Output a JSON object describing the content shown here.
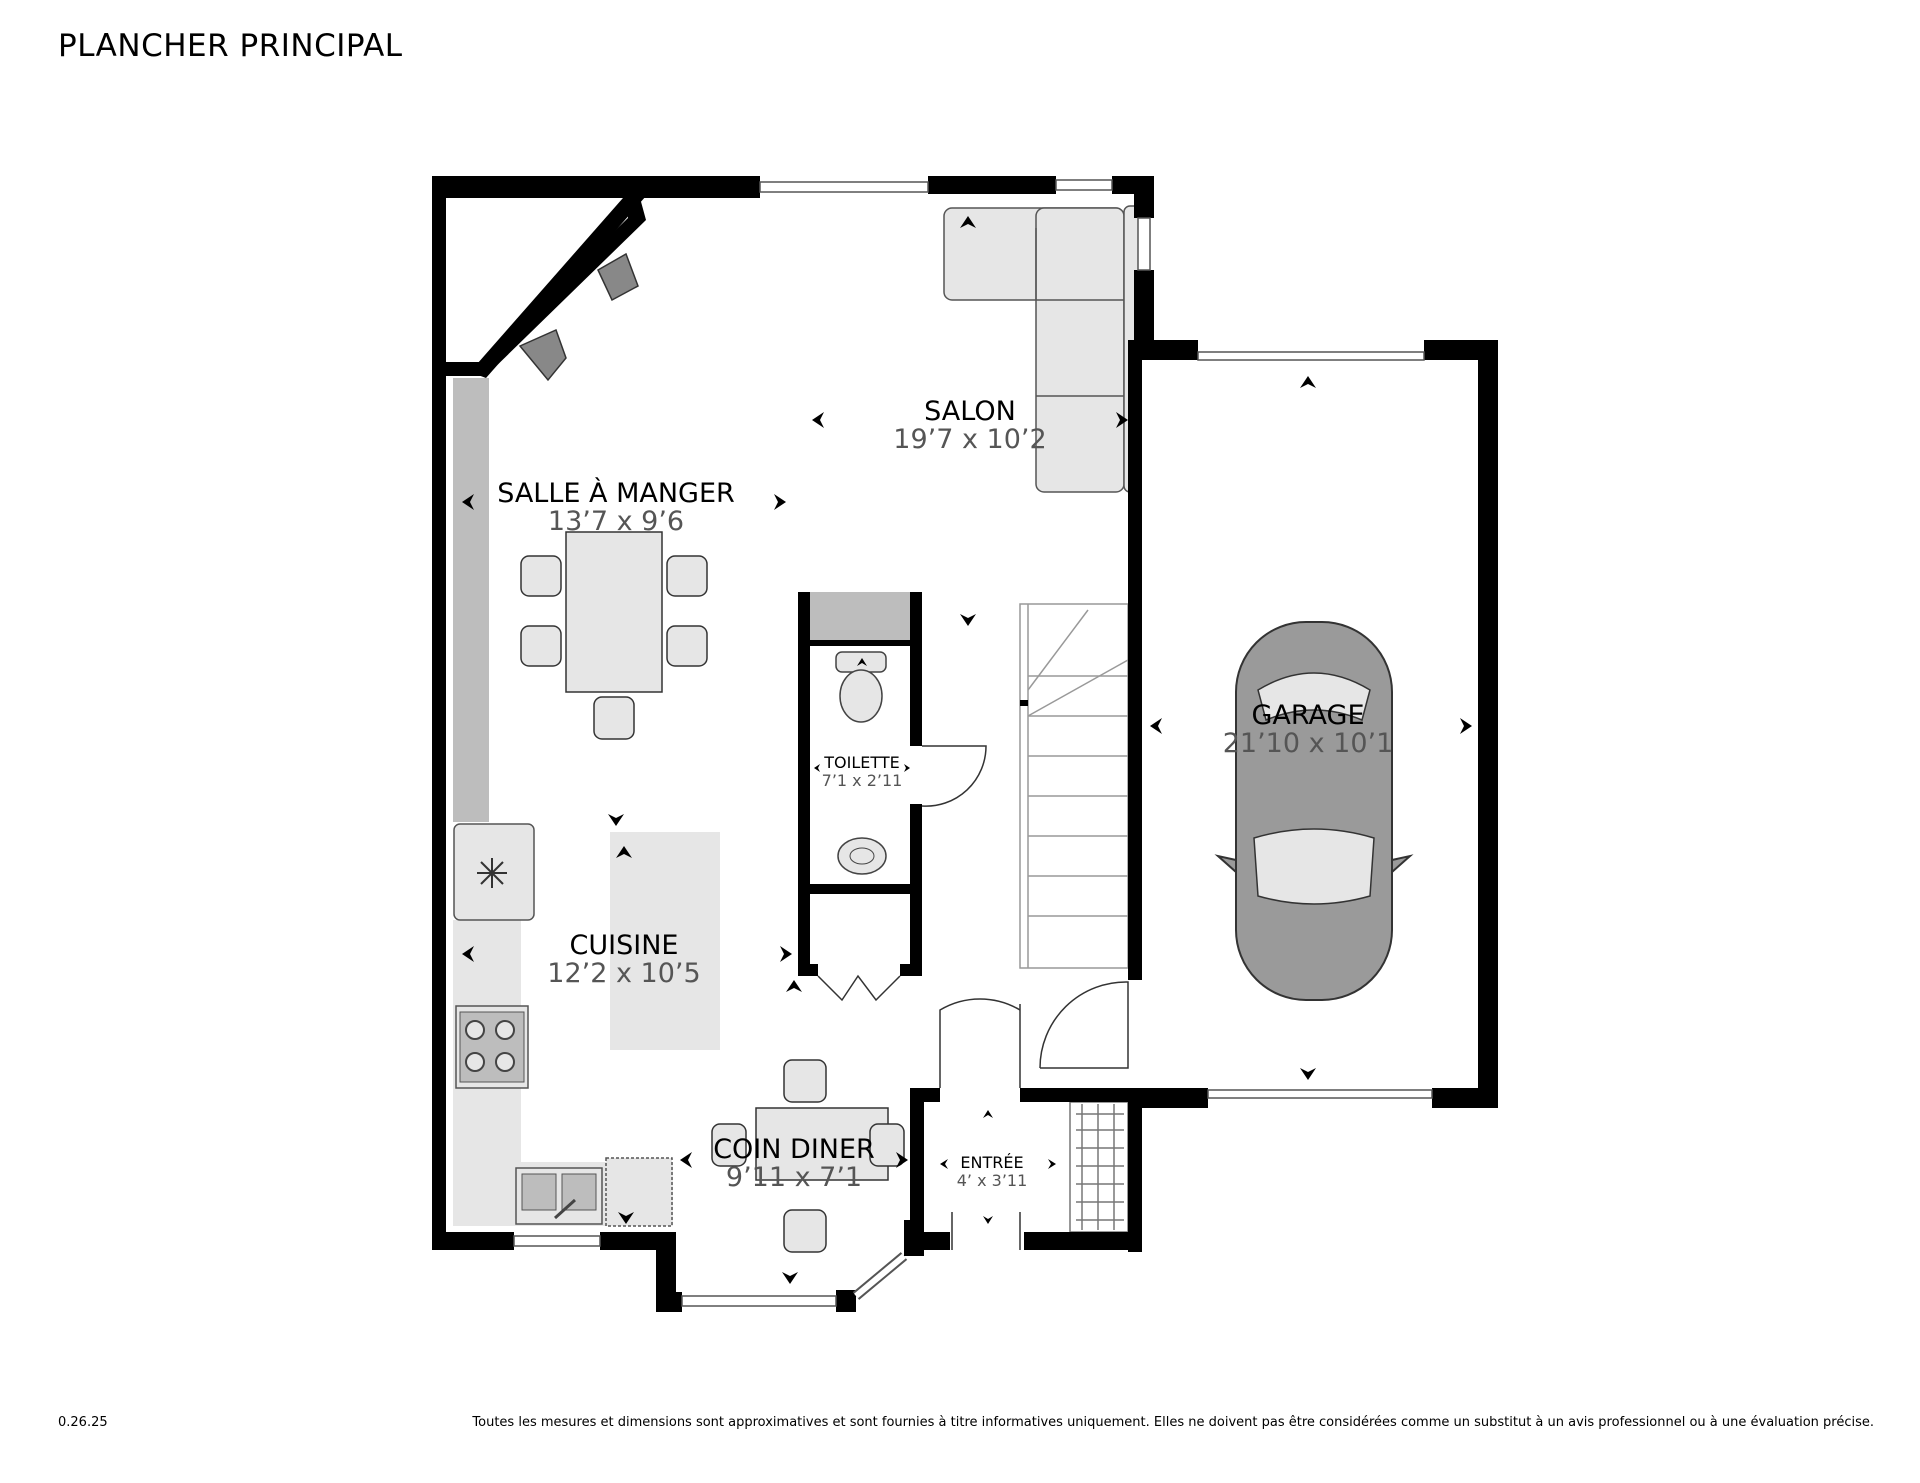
{
  "title": "PLANCHER PRINCIPAL",
  "version": "0.26.25",
  "disclaimer": "Toutes les mesures et dimensions sont approximatives et sont fournies à titre informatives uniquement. Elles ne doivent pas être considérées comme un substitut à un avis professionnel ou à une évaluation précise.",
  "rooms": {
    "salon": {
      "name": "SALON",
      "dims": "19’7 x 10’2"
    },
    "salle_a_manger": {
      "name": "SALLE À MANGER",
      "dims": "13’7 x 9’6"
    },
    "toilette": {
      "name": "TOILETTE",
      "dims": "7’1 x 2’11"
    },
    "garage": {
      "name": "GARAGE",
      "dims": "21’10 x 10’1"
    },
    "cuisine": {
      "name": "CUISINE",
      "dims": "12’2 x 10’5"
    },
    "coin_diner": {
      "name": "COIN DINER",
      "dims": "9’11 x 7’1"
    },
    "entree": {
      "name": "ENTRÉE",
      "dims": "4’ x 3’11"
    }
  },
  "colors": {
    "wall": "#000000",
    "furniture_fill": "#e6e6e6",
    "furniture_stroke": "#555555",
    "counter": "#bdbdbd",
    "car": "#9a9a9a",
    "window": "#ffffff"
  },
  "icons": [
    "snowflake-icon",
    "stove-icon",
    "sink-icon",
    "car-icon",
    "toilet-icon",
    "sofa-icon"
  ]
}
